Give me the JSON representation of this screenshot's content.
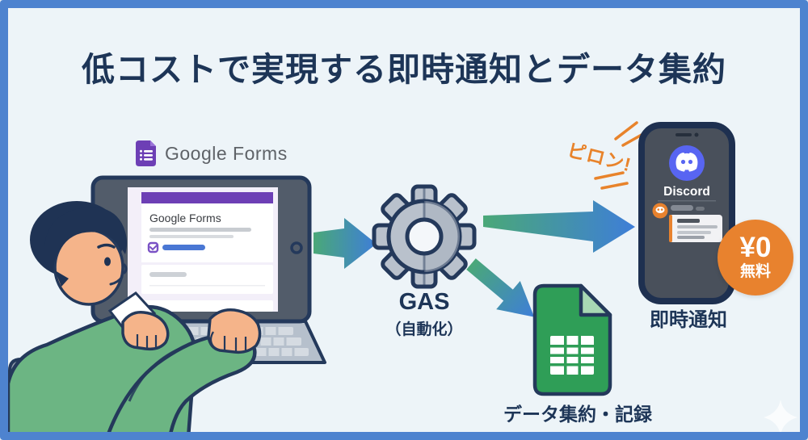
{
  "title": "低コストで実現する即時通知とデータ集約",
  "google_forms": {
    "logo_label": "Google Forms",
    "screen_title": "Google Forms"
  },
  "gas": {
    "label": "GAS",
    "sublabel": "（自動化）"
  },
  "notification": {
    "sound_effect": "ピロン!",
    "app_name": "Discord",
    "caption": "即時通知"
  },
  "free_badge": {
    "price": "¥0",
    "label": "無料"
  },
  "sheets": {
    "caption": "データ集約・記録"
  },
  "colors": {
    "frame_blue": "#4e83cf",
    "background": "#edf4f8",
    "navy_text": "#1d3557",
    "orange": "#e8822e",
    "discord_blurple": "#5865F2",
    "forms_purple": "#6d3fb5",
    "sheets_green": "#2f9e57",
    "arrow_green": "#4aa878",
    "arrow_blue": "#3e7ed8",
    "gear_gray": "#b9c1cc",
    "sweater_green": "#6cb583"
  }
}
